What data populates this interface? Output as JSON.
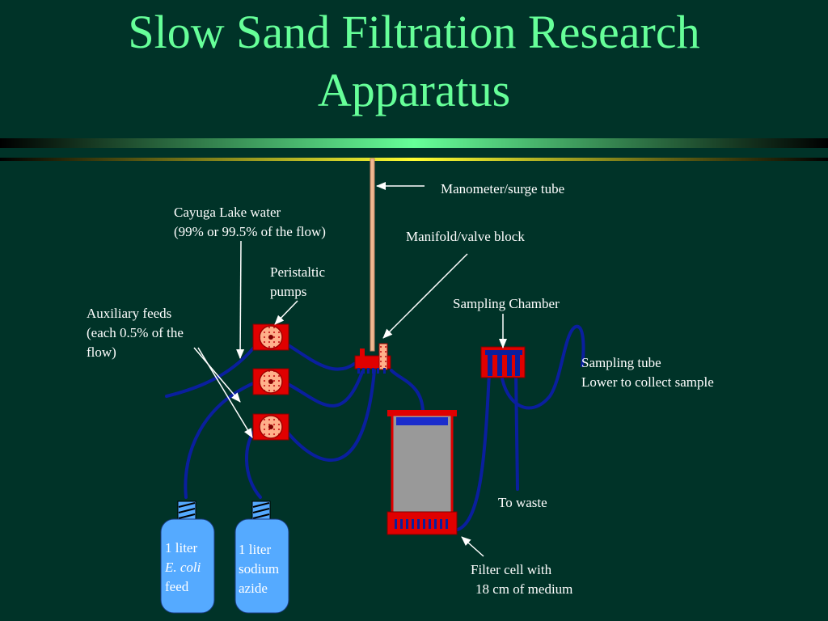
{
  "title": {
    "line1": "Slow Sand Filtration Research",
    "line2": "Apparatus"
  },
  "labels": {
    "manometer": "Manometer/surge tube",
    "lake_water_line1": "Cayuga Lake water",
    "lake_water_line2": "(99% or 99.5% of the flow)",
    "manifold": "Manifold/valve block",
    "pumps_line1": "Peristaltic",
    "pumps_line2": "pumps",
    "sampling_chamber": "Sampling Chamber",
    "aux_line1": "Auxiliary feeds",
    "aux_line2": "(each 0.5% of the",
    "aux_line3": "flow)",
    "sampling_tube_line1": "Sampling tube",
    "sampling_tube_line2": "Lower to collect sample",
    "to_waste": "To waste",
    "filter_line1": "Filter cell with",
    "filter_line2": "18 cm of medium"
  },
  "bottles": {
    "ecoli_line1": "1 liter",
    "ecoli_line2": "E. coli",
    "ecoli_line3": "feed",
    "azide_line1": "1 liter",
    "azide_line2": "sodium",
    "azide_line3": "azide"
  },
  "colors": {
    "background": "#003328",
    "title": "#66ff99",
    "tubing": "#0a1f9e",
    "equipment_red": "#e00000",
    "bottle_blue": "#55aaff",
    "divider_yellow": "#ffff33"
  }
}
